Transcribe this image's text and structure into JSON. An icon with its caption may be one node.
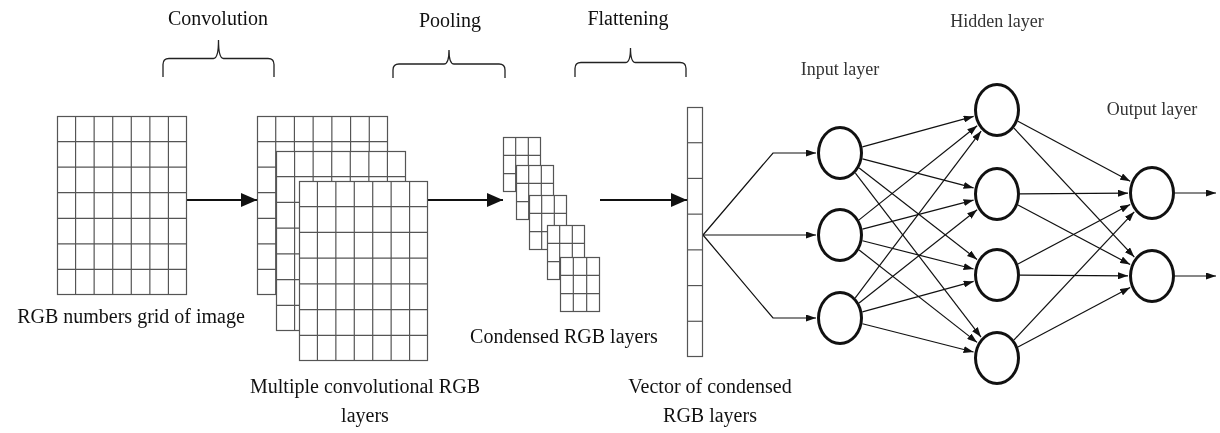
{
  "diagram": {
    "nodes": [
      {
        "text": [],
        "shape": "grid",
        "beside": [
          "RGB numbers grid of image"
        ]
      },
      {
        "text": [],
        "shape": "grid",
        "beside": [
          "Multiple convolutional RGB layers"
        ]
      },
      {
        "text": [],
        "shape": "grid",
        "beside": [
          "Condensed RGB layers"
        ]
      },
      {
        "text": [],
        "shape": "bar",
        "beside": [
          "Vector of condensed RGB layers"
        ]
      },
      {
        "text": [],
        "shape": "circle"
      },
      {
        "text": [],
        "shape": "circle"
      },
      {
        "text": [],
        "shape": "circle"
      },
      {
        "text": [],
        "shape": "circle"
      },
      {
        "text": [],
        "shape": "circle"
      },
      {
        "text": [],
        "shape": "circle"
      },
      {
        "text": [],
        "shape": "circle"
      },
      {
        "text": [],
        "shape": "circle"
      },
      {
        "text": [],
        "shape": "circle"
      }
    ],
    "edges": [
      {
        "from": 0,
        "to": 1,
        "arrow": "to"
      },
      {
        "from": 1,
        "to": 2,
        "arrow": "to"
      },
      {
        "from": 2,
        "to": 3,
        "arrow": "to"
      },
      {
        "from": 3,
        "to": 4,
        "arrow": "to"
      },
      {
        "from": 3,
        "to": 5,
        "arrow": "to"
      },
      {
        "from": 3,
        "to": 6,
        "arrow": "to"
      },
      {
        "from": 4,
        "to": 7,
        "arrow": "to"
      },
      {
        "from": 4,
        "to": 8,
        "arrow": "to"
      },
      {
        "from": 4,
        "to": 9,
        "arrow": "to"
      },
      {
        "from": 4,
        "to": 10,
        "arrow": "to"
      },
      {
        "from": 5,
        "to": 7,
        "arrow": "to"
      },
      {
        "from": 5,
        "to": 8,
        "arrow": "to"
      },
      {
        "from": 5,
        "to": 9,
        "arrow": "to"
      },
      {
        "from": 5,
        "to": 10,
        "arrow": "to"
      },
      {
        "from": 6,
        "to": 7,
        "arrow": "to"
      },
      {
        "from": 6,
        "to": 8,
        "arrow": "to"
      },
      {
        "from": 6,
        "to": 9,
        "arrow": "to"
      },
      {
        "from": 6,
        "to": 10,
        "arrow": "to"
      },
      {
        "from": 7,
        "to": 11,
        "arrow": "to"
      },
      {
        "from": 7,
        "to": 12,
        "arrow": "to"
      },
      {
        "from": 8,
        "to": 11,
        "arrow": "to"
      },
      {
        "from": 8,
        "to": 12,
        "arrow": "to"
      },
      {
        "from": 9,
        "to": 11,
        "arrow": "to"
      },
      {
        "from": 9,
        "to": 12,
        "arrow": "to"
      },
      {
        "from": 10,
        "to": 11,
        "arrow": "to"
      },
      {
        "from": 10,
        "to": 12,
        "arrow": "to"
      },
      {
        "from": 11,
        "to": null,
        "arrow": "to"
      },
      {
        "from": 12,
        "to": null,
        "arrow": "to"
      }
    ],
    "labels": [
      "Convolution",
      "Pooling",
      "Flattening",
      "Hidden layer",
      "Input layer",
      "Output layer"
    ]
  }
}
